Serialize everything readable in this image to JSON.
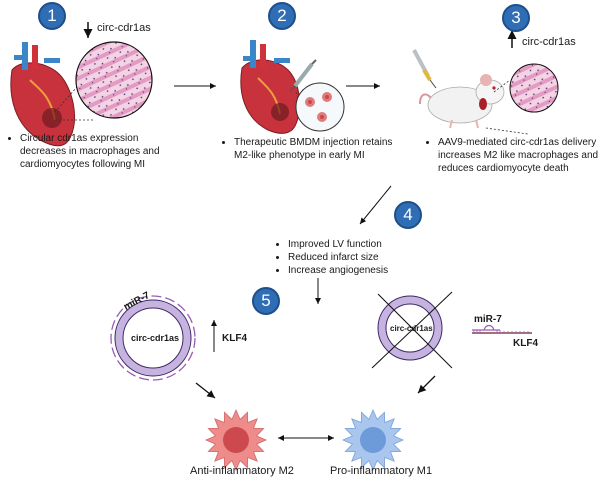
{
  "steps": [
    {
      "number": "1",
      "regulation_label": "circ-cdr1as",
      "regulation_direction": "down",
      "bullet": "Circular cdr1as expression decreases in macrophages and cardiomyocytes following MI"
    },
    {
      "number": "2",
      "bullet": "Therapeutic BMDM injection retains M2-like phenotype in early MI"
    },
    {
      "number": "3",
      "regulation_label": "circ-cdr1as",
      "regulation_direction": "up",
      "bullet": "AAV9-mediated circ-cdr1as delivery increases M2 like macrophages and reduces cardiomyocyte death"
    },
    {
      "number": "4",
      "bullets": [
        "Improved LV function",
        "Reduced infarct size",
        "Increase angiogenesis"
      ]
    },
    {
      "number": "5"
    }
  ],
  "mechanism": {
    "left_circle_label": "circ-cdr1as",
    "left_mirna_label": "miR-7",
    "left_target_label": "KLF4",
    "left_target_direction": "up",
    "right_circle_label": "circ-cdr1as",
    "right_mirna_label": "miR-7",
    "right_target_label": "KLF4"
  },
  "cells": {
    "m2_label": "Anti-inflammatory M2",
    "m1_label": "Pro-inflammatory M1"
  },
  "colors": {
    "badge": "#2f6db5",
    "circ_ring": "#c6b3df",
    "circ_ring_stroke": "#3b2a66",
    "mirna": "#9b5bb5",
    "m2_cell": "#ee8c8c",
    "m2_nucleus": "#cc4a4e",
    "m1_cell": "#a9c6ef",
    "m1_nucleus": "#6d9ad8",
    "tissue": "#e7a2c6",
    "heart": "#c8323c"
  }
}
